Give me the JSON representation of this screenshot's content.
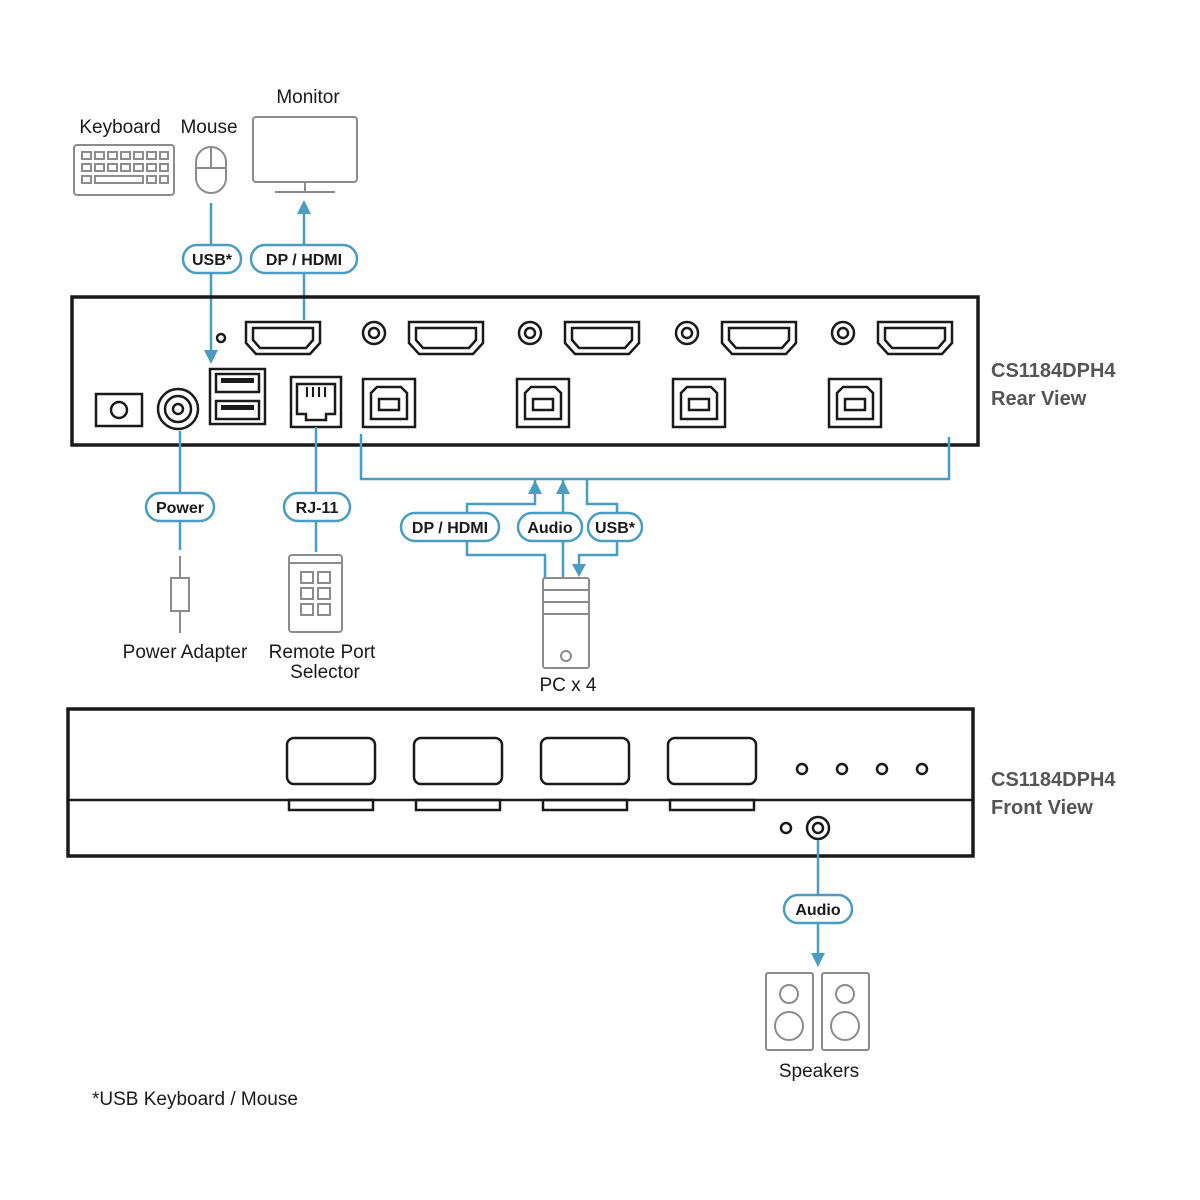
{
  "devices": {
    "keyboard": "Keyboard",
    "mouse": "Mouse",
    "monitor": "Monitor",
    "power_adapter": "Power Adapter",
    "remote_selector_line1": "Remote Port",
    "remote_selector_line2": "Selector",
    "pc": "PC x 4",
    "speakers": "Speakers"
  },
  "connections": {
    "usb_top": "USB*",
    "dp_hdmi_top": "DP / HDMI",
    "power": "Power",
    "rj11": "RJ-11",
    "dp_hdmi_pc": "DP / HDMI",
    "audio_pc": "Audio",
    "usb_pc": "USB*",
    "audio_front": "Audio"
  },
  "rear_view": {
    "model": "CS1184DPH4",
    "view": "Rear View"
  },
  "front_view": {
    "model": "CS1184DPH4",
    "view": "Front View"
  },
  "footnote": "*USB Keyboard / Mouse",
  "colors": {
    "wire": "#4a9cc3",
    "device": "#8c8c8c",
    "unit": "#1a1a1a",
    "title": "#555555"
  }
}
